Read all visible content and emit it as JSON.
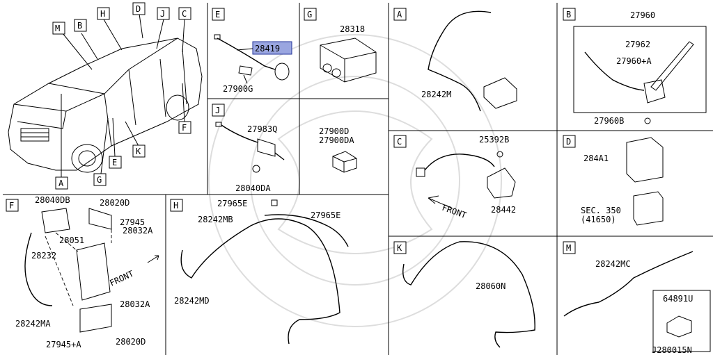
{
  "panels": {
    "vehicle": {
      "callouts": [
        "M",
        "B",
        "H",
        "D",
        "J",
        "C",
        "F",
        "K",
        "E",
        "G",
        "A"
      ]
    },
    "E": {
      "letter": "E",
      "parts": [
        "28419",
        "27900G"
      ],
      "highlight": "28419"
    },
    "G": {
      "letter": "G",
      "parts": [
        "28318"
      ]
    },
    "J": {
      "letter": "J",
      "parts": [
        "27983Q",
        "28040DA"
      ]
    },
    "bolt": {
      "parts": [
        "27900D",
        "27900DA"
      ]
    },
    "A": {
      "letter": "A",
      "parts": [
        "28242M"
      ]
    },
    "B": {
      "letter": "B",
      "parts": [
        "27960",
        "27962",
        "27960+A",
        "27960B"
      ]
    },
    "C": {
      "letter": "C",
      "parts": [
        "25392B",
        "28442"
      ],
      "front": "FRONT"
    },
    "D": {
      "letter": "D",
      "parts": [
        "284A1",
        "SEC. 350",
        "(41650)"
      ]
    },
    "F": {
      "letter": "F",
      "parts": [
        "28040DB",
        "28020D",
        "27945",
        "28032A",
        "28051",
        "28232",
        "28032A",
        "28242MA",
        "27945+A",
        "28020D"
      ],
      "front": "FRONT"
    },
    "H": {
      "letter": "H",
      "parts": [
        "27965E",
        "28242MB",
        "27965E",
        "28242MD"
      ]
    },
    "K": {
      "letter": "K",
      "parts": [
        "28060N"
      ]
    },
    "M": {
      "letter": "M",
      "parts": [
        "28242MC",
        "64891U"
      ]
    }
  },
  "drawing_code": "J280015N"
}
